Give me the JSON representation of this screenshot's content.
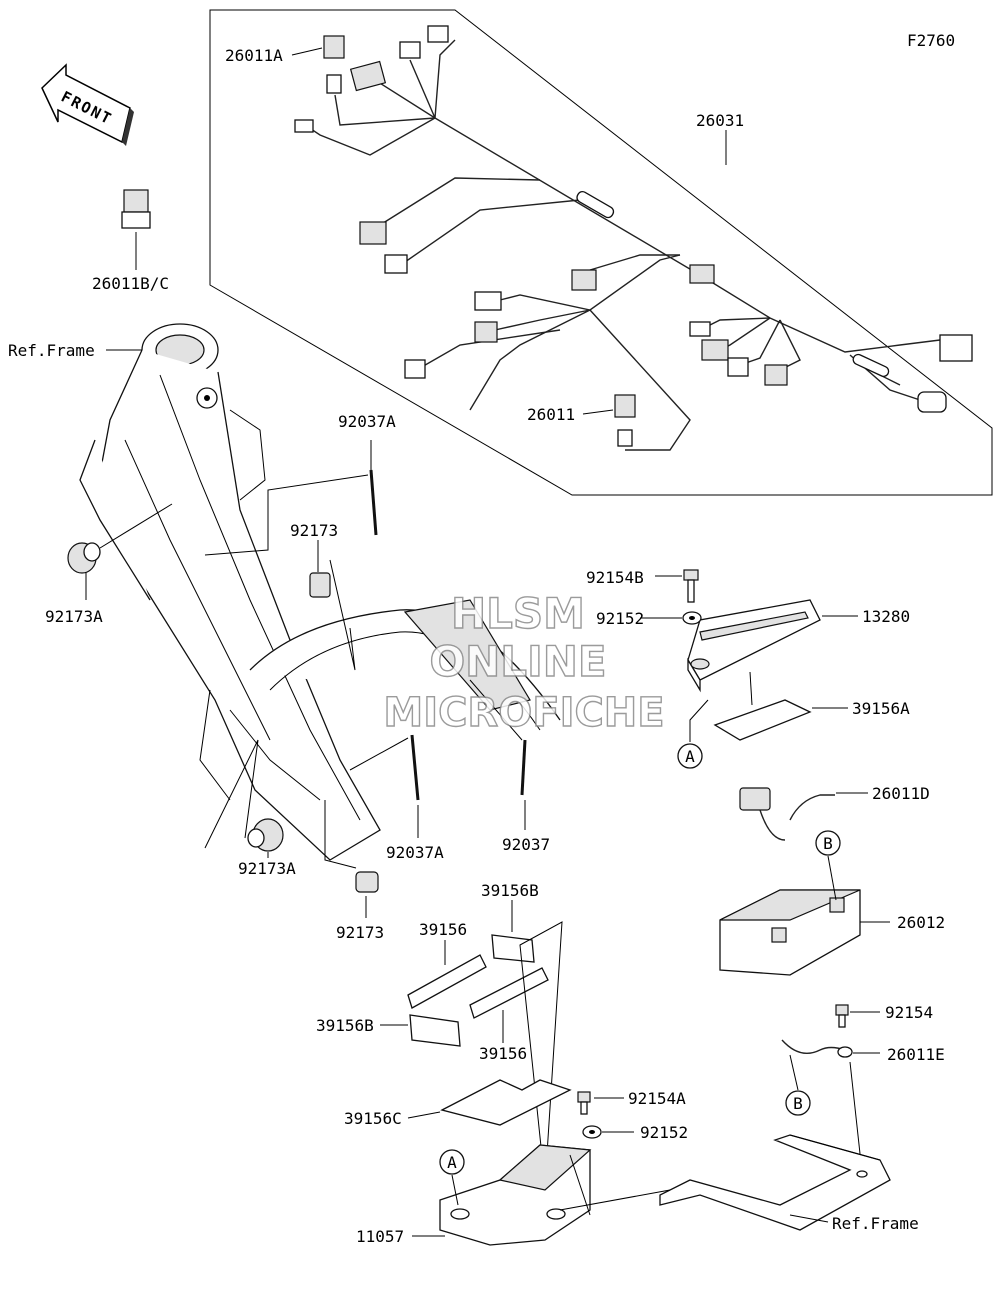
{
  "figure_code": "F2760",
  "front_label": "FRONT",
  "watermark": {
    "line1": "HLSM",
    "line2": "ONLINE",
    "line3": "MICROFICHE"
  },
  "labels": {
    "p26011A": "26011A",
    "p26011BC": "26011B/C",
    "p26031": "26031",
    "p26011": "26011",
    "refFrameTop": "Ref.Frame",
    "p92037A_top": "92037A",
    "p92173_top": "92173",
    "p92173A_left": "92173A",
    "p92154B": "92154B",
    "p92152_top": "92152",
    "p13280": "13280",
    "p39156A": "39156A",
    "calloutA_1": "A",
    "p26011D": "26011D",
    "calloutB_1": "B",
    "p26012": "26012",
    "p92037A_mid": "92037A",
    "p92037": "92037",
    "p92173A_bottom": "92173A",
    "p92173_bottom": "92173",
    "p39156B_top": "39156B",
    "p39156_top": "39156",
    "p39156B_left": "39156B",
    "p39156_bottom": "39156",
    "p92154": "92154",
    "p26011E": "26011E",
    "calloutB_2": "B",
    "p39156C": "39156C",
    "p92154A": "92154A",
    "p92152_bottom": "92152",
    "calloutA_2": "A",
    "p11057": "11057",
    "refFrameBottom": "Ref.Frame"
  }
}
